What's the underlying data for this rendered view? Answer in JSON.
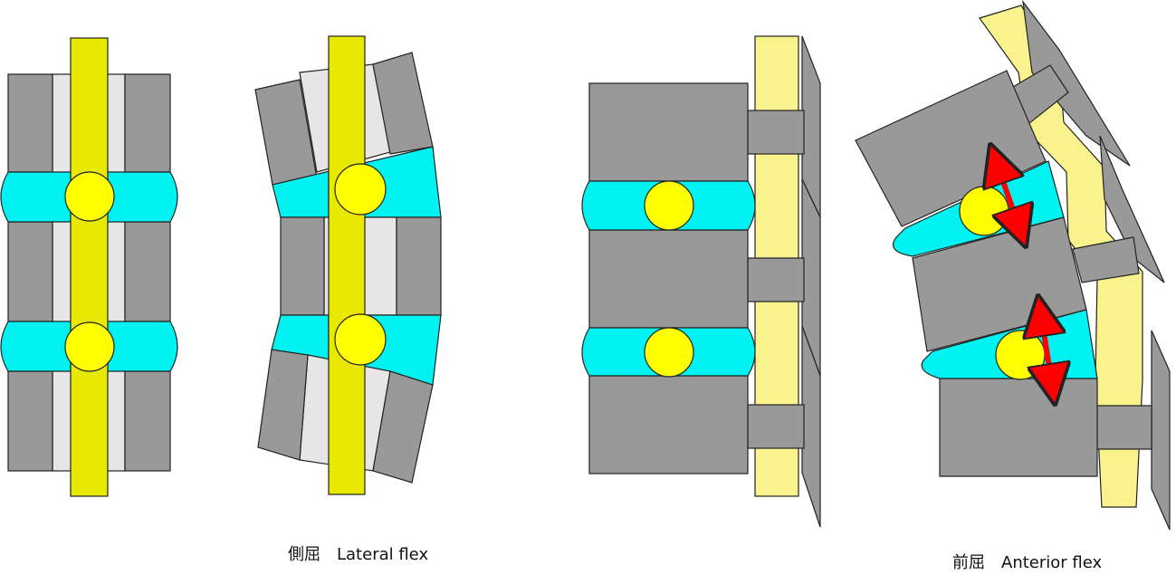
{
  "captions": {
    "lateral": "側屈　Lateral flex",
    "anterior": "前屈　Anterior flex"
  },
  "colors": {
    "vertebra": "#999999",
    "disc": "#00f2f2",
    "nucleus": "#ffff00",
    "spinal_cord_front": "#e8e800",
    "spinal_cord_side": "#faf28c",
    "foramen": "#e6e6e6",
    "nerve_root": "#00dd00",
    "arrow": "#ff0000",
    "outline": "#222222"
  },
  "icons": {
    "arrow": "double-headed-arrow"
  }
}
